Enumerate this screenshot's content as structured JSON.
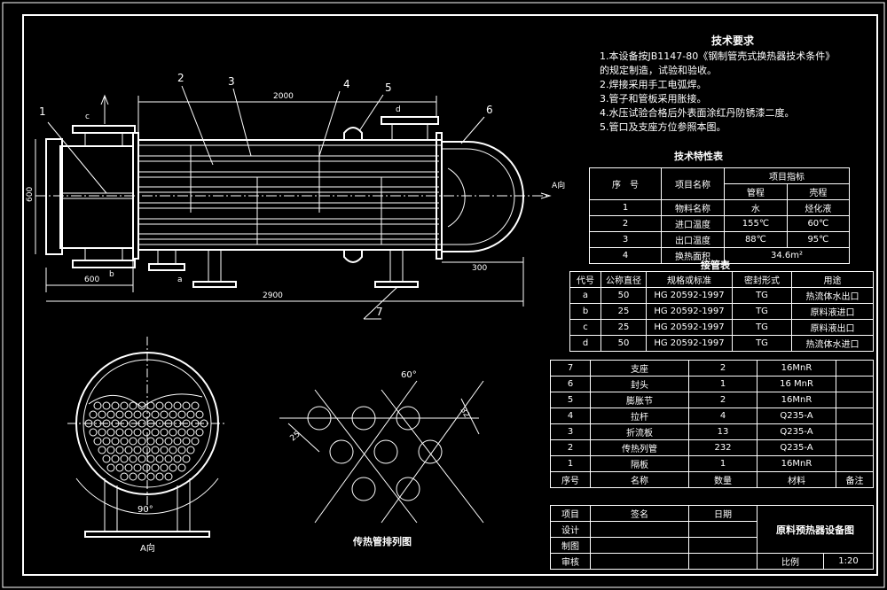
{
  "main_view": {
    "part_labels": [
      "1",
      "2",
      "3",
      "4",
      "5",
      "6",
      "7"
    ],
    "nozzle_labels": [
      "c",
      "d",
      "b",
      "a"
    ],
    "dims": {
      "d2000": "2000",
      "d600v": "600",
      "d600h": "600",
      "d2900": "2900",
      "d300": "300"
    },
    "view_label": "A向"
  },
  "section_view": {
    "angle": "90°",
    "label": "A向"
  },
  "tube_pattern": {
    "angle": "60°",
    "dim_a": "25",
    "dim_b": "32",
    "caption": "传热管排列图"
  },
  "notes": {
    "title": "技术要求",
    "lines": [
      "1.本设备按JB1147-80《钢制管壳式换热器技术条件》",
      "的规定制造，试验和验收。",
      "2.焊接采用手工电弧焊。",
      "3.管子和管板采用胀接。",
      "4.水压试验合格后外表面涂红丹防锈漆二度。",
      "5.管口及支座方位参照本图。"
    ]
  },
  "char_table": {
    "title": "技术特性表",
    "head": {
      "no": "序　号",
      "item": "项目名称",
      "index": "项目指标",
      "tube": "管程",
      "shell": "壳程"
    },
    "rows": [
      {
        "no": "1",
        "item": "物料名称",
        "tube": "水",
        "shell": "烃化液"
      },
      {
        "no": "2",
        "item": "进口温度",
        "tube": "155℃",
        "shell": "60℃"
      },
      {
        "no": "3",
        "item": "出口温度",
        "tube": "88℃",
        "shell": "95℃"
      },
      {
        "no": "4",
        "item": "换热面积",
        "span": "34.6m²"
      }
    ]
  },
  "nozzle_table": {
    "title": "接管表",
    "head": [
      "代号",
      "公称直径",
      "规格或标准",
      "密封形式",
      "用途"
    ],
    "rows": [
      [
        "a",
        "50",
        "HG 20592-1997",
        "TG",
        "热流体水出口"
      ],
      [
        "b",
        "25",
        "HG 20592-1997",
        "TG",
        "原料液进口"
      ],
      [
        "c",
        "25",
        "HG 20592-1997",
        "TG",
        "原料液出口"
      ],
      [
        "d",
        "50",
        "HG 20592-1997",
        "TG",
        "热流体水进口"
      ]
    ]
  },
  "parts_table": {
    "rows": [
      [
        "7",
        "支座",
        "2",
        "16MnR",
        ""
      ],
      [
        "6",
        "封头",
        "1",
        "16 MnR",
        ""
      ],
      [
        "5",
        "膨胀节",
        "2",
        "16MnR",
        ""
      ],
      [
        "4",
        "拉杆",
        "4",
        "Q235-A",
        ""
      ],
      [
        "3",
        "折流板",
        "13",
        "Q235-A",
        ""
      ],
      [
        "2",
        "传热列管",
        "232",
        "Q235-A",
        ""
      ],
      [
        "1",
        "隔板",
        "1",
        "16MnR",
        ""
      ]
    ],
    "head": [
      "序号",
      "名称",
      "数量",
      "材料",
      "备注"
    ]
  },
  "title_block": {
    "col_item": "项目",
    "col_sign": "签名",
    "col_date": "日期",
    "rows": [
      "设计",
      "制图",
      "审核"
    ],
    "drawing_name": "原料预热器设备图",
    "scale_label": "比例",
    "scale": "1:20"
  }
}
